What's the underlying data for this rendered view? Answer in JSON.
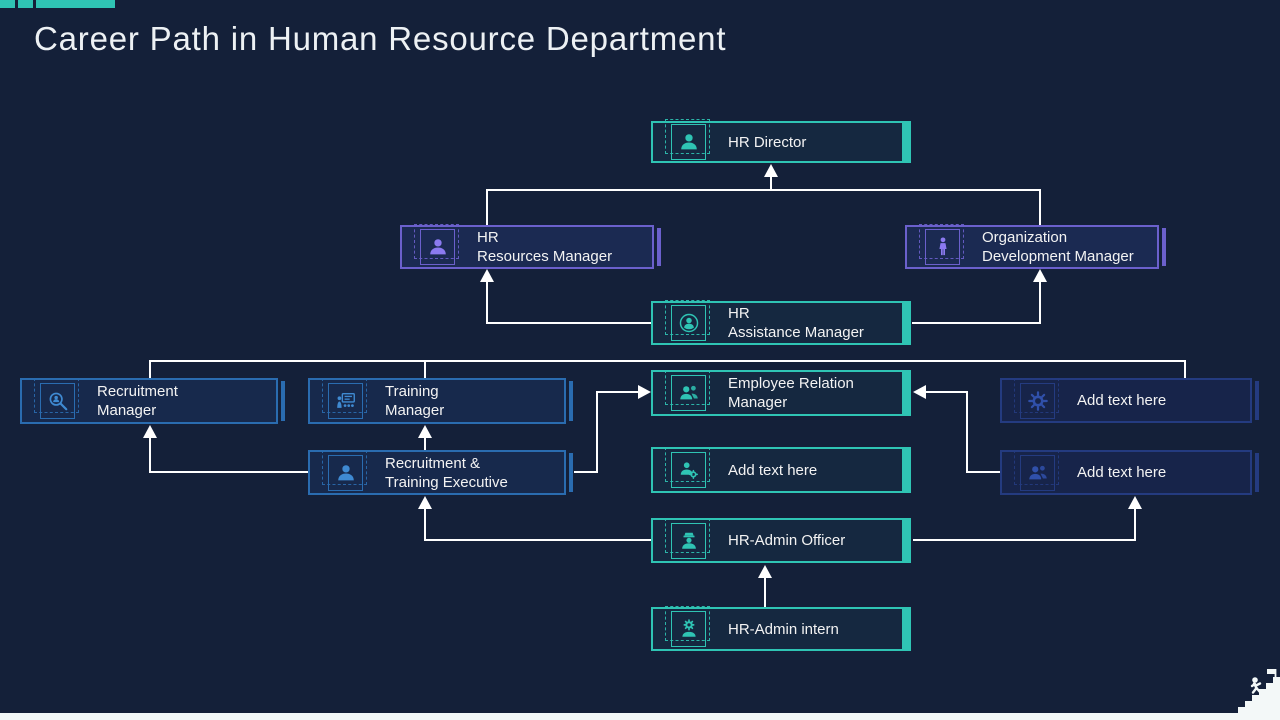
{
  "title": "Career Path in Human Resource Department",
  "colors": {
    "background": "#142039",
    "teal_accent": "#2fc4b4",
    "purple_accent": "#6b60cc",
    "blue_accent": "#2a6cb0",
    "indigo_accent": "#243b80",
    "connector": "#ffffff",
    "title_text": "#edf1f4",
    "node_text": "#f3f3f3",
    "bottom_strip": "#f3f8f8"
  },
  "nodes": [
    {
      "id": "hr-director",
      "line1": "HR Director",
      "icon": "person-icon",
      "theme": "teal"
    },
    {
      "id": "hr-resources-manager",
      "line1": "HR",
      "line2": "Resources Manager",
      "icon": "person-icon",
      "theme": "purple"
    },
    {
      "id": "organization-development-manager",
      "line1": "Organization",
      "line2": "Development Manager",
      "icon": "standing-person-icon",
      "theme": "purple"
    },
    {
      "id": "hr-assistance-manager",
      "line1": "HR",
      "line2": "Assistance Manager",
      "icon": "person-badge-icon",
      "theme": "teal"
    },
    {
      "id": "recruitment-manager",
      "line1": "Recruitment",
      "line2": "Manager",
      "icon": "search-person-icon",
      "theme": "blue"
    },
    {
      "id": "training-manager",
      "line1": "Training",
      "line2": "Manager",
      "icon": "training-board-icon",
      "theme": "blue"
    },
    {
      "id": "employee-relation-manager",
      "line1": "Employee Relation",
      "line2": "Manager",
      "icon": "people-icon",
      "theme": "teal"
    },
    {
      "id": "add-text-right-top",
      "line1": "Add text here",
      "icon": "gear-icon",
      "theme": "indigo"
    },
    {
      "id": "recruitment-training-executive",
      "line1": "Recruitment &",
      "line2": "Training Executive",
      "icon": "person-icon",
      "theme": "blue"
    },
    {
      "id": "add-text-center",
      "line1": "Add text here",
      "icon": "person-gear-icon",
      "theme": "teal"
    },
    {
      "id": "add-text-right-bottom",
      "line1": "Add text here",
      "icon": "people-icon",
      "theme": "indigo"
    },
    {
      "id": "hr-admin-officer",
      "line1": "HR-Admin Officer",
      "icon": "officer-icon",
      "theme": "teal"
    },
    {
      "id": "hr-admin-intern",
      "line1": "HR-Admin intern",
      "icon": "intern-gear-icon",
      "theme": "teal"
    }
  ]
}
